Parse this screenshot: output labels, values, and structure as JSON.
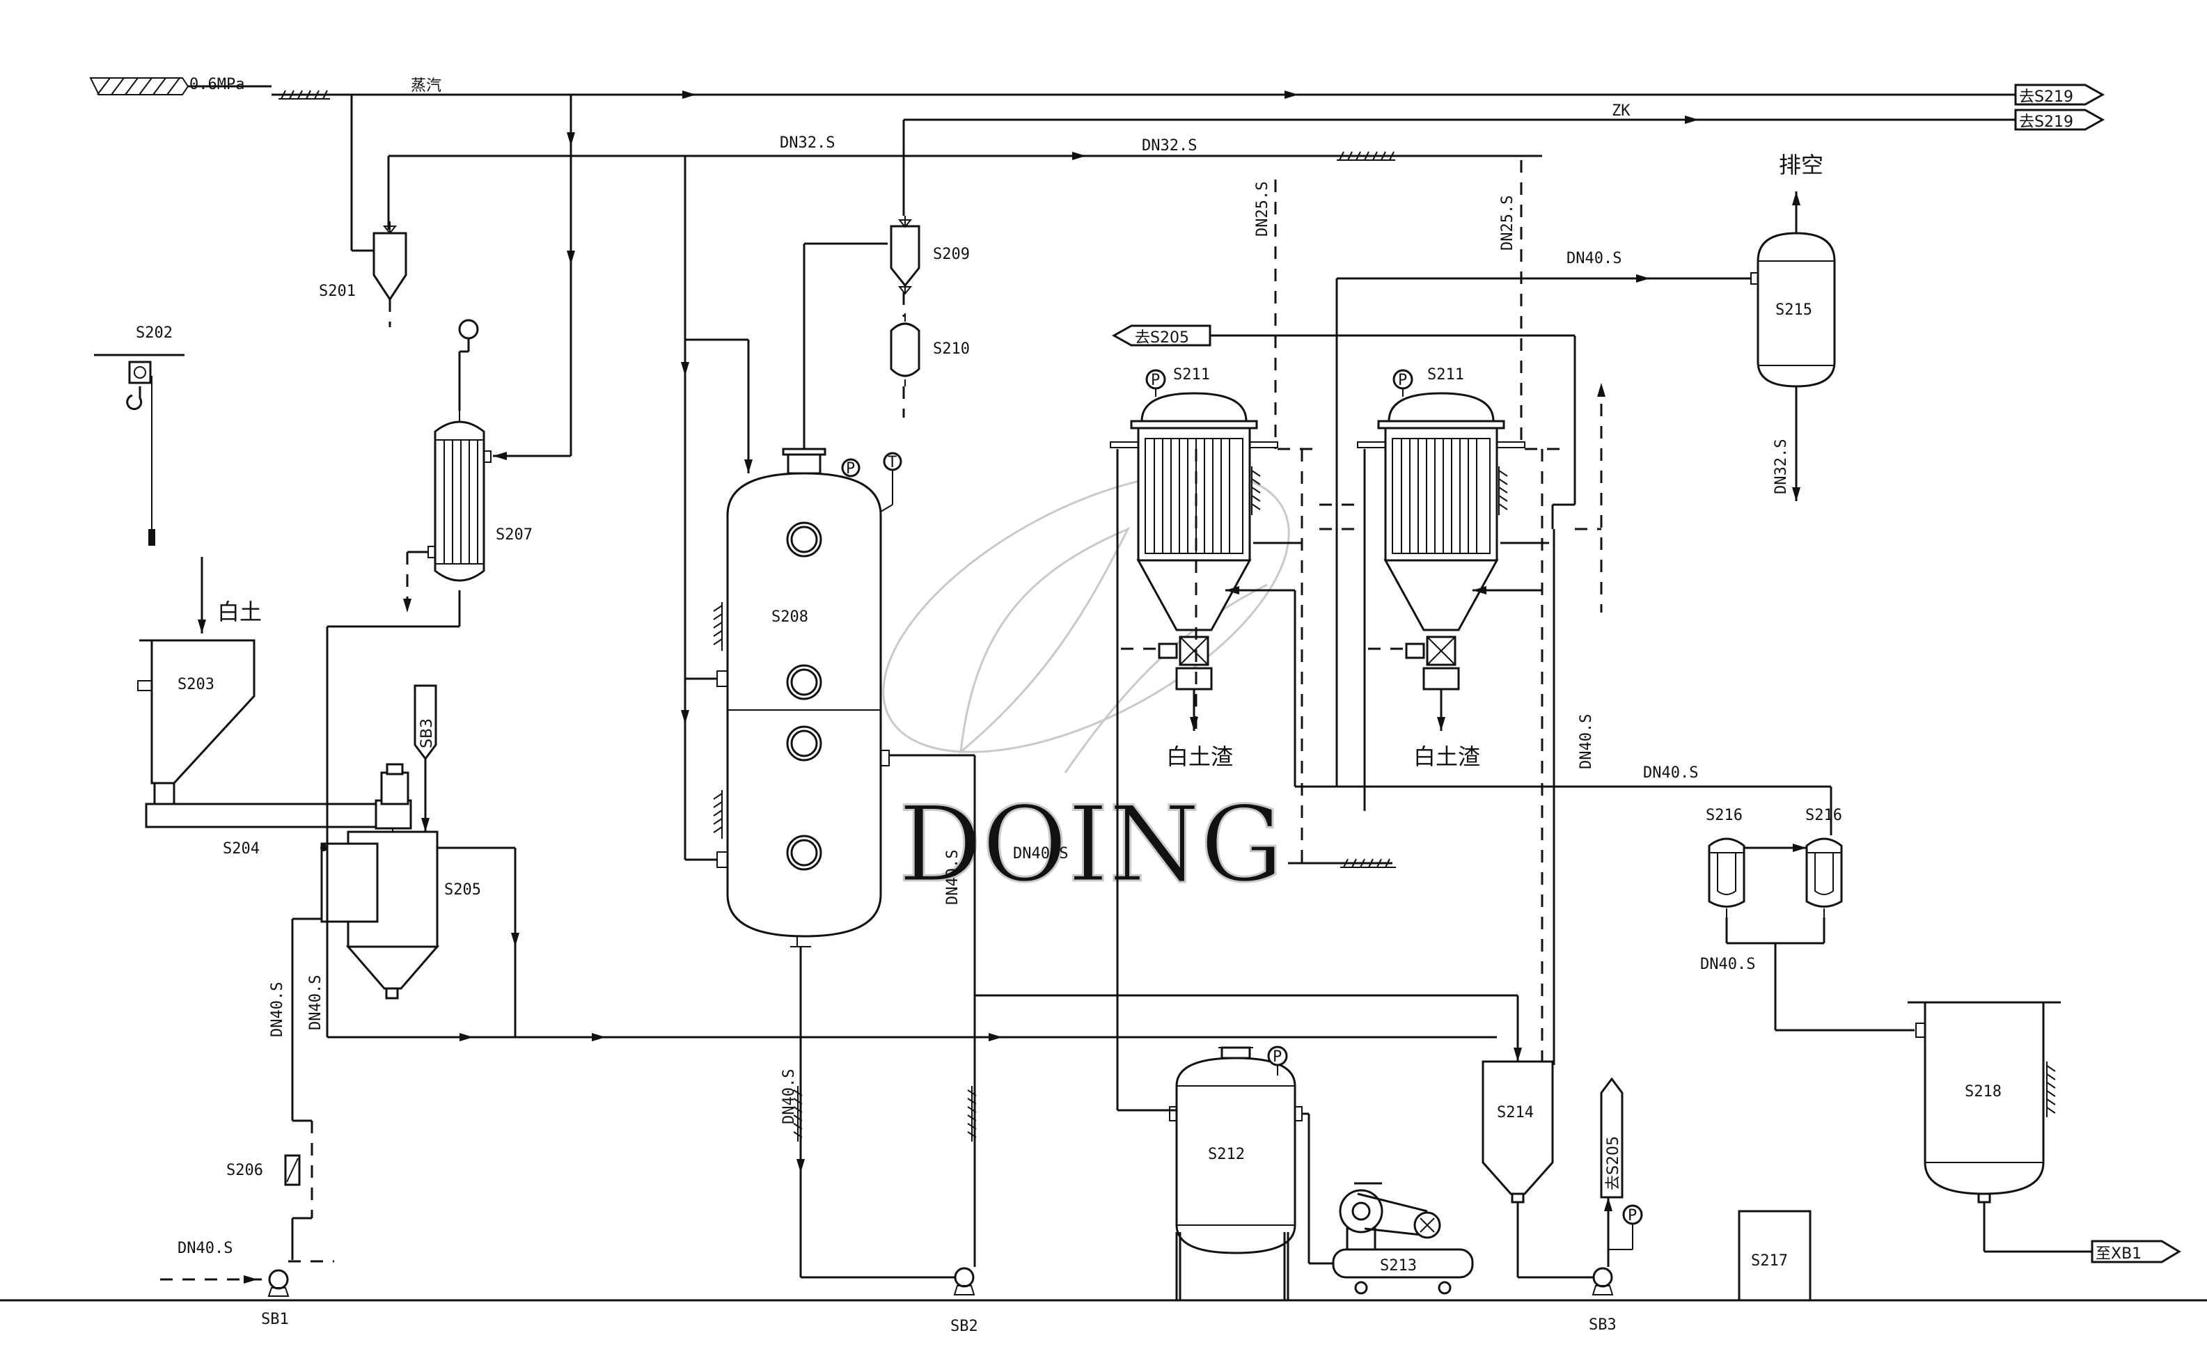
{
  "labels": {
    "pressure": "0.6MPa",
    "steam": "蒸汽",
    "zk": "ZK",
    "to_s219_a": "去S219",
    "to_s219_b": "去S219",
    "to_s205_top": "去S205",
    "to_s205_side": "去S205",
    "vent": "排空",
    "clay_in": "白土",
    "clay_residue_1": "白土渣",
    "clay_residue_2": "白土渣",
    "to_xb1": "至XB1",
    "sb3_tag": "SB3",
    "gauge_p": "P",
    "gauge_t": "T"
  },
  "pipes": {
    "dn32_a": "DN32.S",
    "dn32_b": "DN32.S",
    "dn32_c": "DN32.S",
    "dn25_a": "DN25.S",
    "dn25_b": "DN25.S",
    "dn40_a": "DN40.S",
    "dn40_b": "DN40.S",
    "dn40_c": "DN40.S",
    "dn40_d": "DN40.S",
    "dn40_e": "DN40.S",
    "dn40_f": "DN40.S",
    "dn40_g": "DN40.S",
    "dn40_h": "DN40.S",
    "dn40_i": "DN40.S",
    "dn40_j": "DN40.S"
  },
  "equipment": {
    "s201": "S201",
    "s202": "S202",
    "s203": "S203",
    "s204": "S204",
    "s205": "S205",
    "s206": "S206",
    "s207": "S207",
    "s208": "S208",
    "s209": "S209",
    "s210": "S210",
    "s211a": "S211",
    "s211b": "S211",
    "s212": "S212",
    "s213": "S213",
    "s214": "S214",
    "s215": "S215",
    "s216a": "S216",
    "s216b": "S216",
    "s217": "S217",
    "s218": "S218",
    "sb1": "SB1",
    "sb2": "SB2",
    "sb3": "SB3"
  },
  "watermark": "DOING"
}
